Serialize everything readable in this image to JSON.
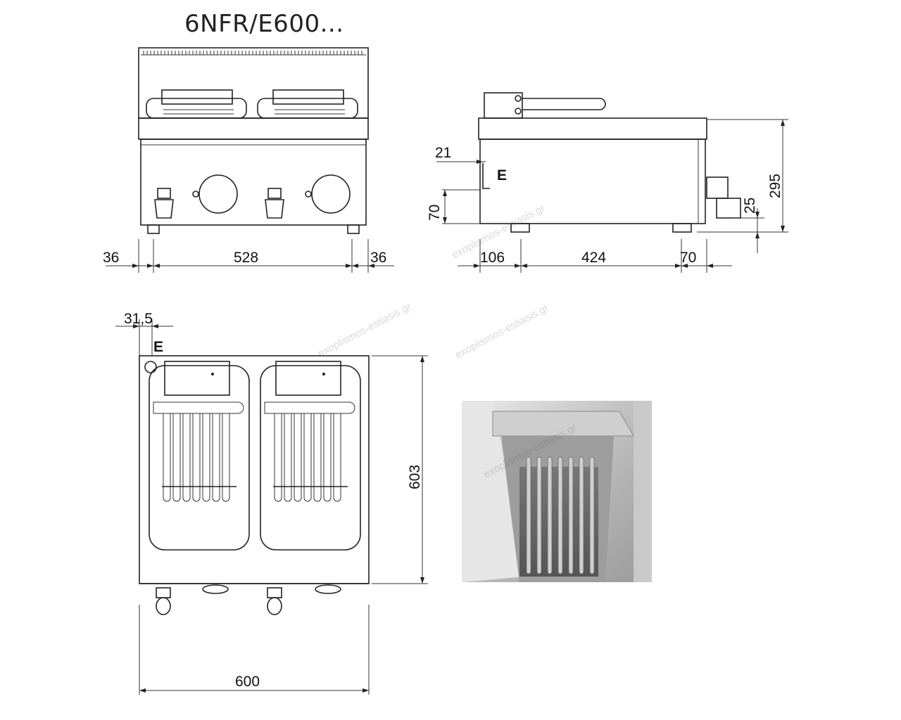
{
  "title": "6NFR/E600...",
  "front_view": {
    "dim_left": "36",
    "dim_width": "528",
    "dim_right": "36"
  },
  "side_view": {
    "dim_21": "21",
    "label_e": "E",
    "dim_70_height": "70",
    "dim_25": "25",
    "dim_295": "295",
    "dim_106": "106",
    "dim_424": "424",
    "dim_70_width": "70"
  },
  "top_view": {
    "dim_31_5": "31,5",
    "label_e": "E",
    "dim_603": "603",
    "dim_600": "600"
  },
  "photo": {
    "watermark": "exoplismos-estiasis.gr"
  },
  "colors": {
    "line": "#222222",
    "photo_bg": "#d8d8d8"
  }
}
